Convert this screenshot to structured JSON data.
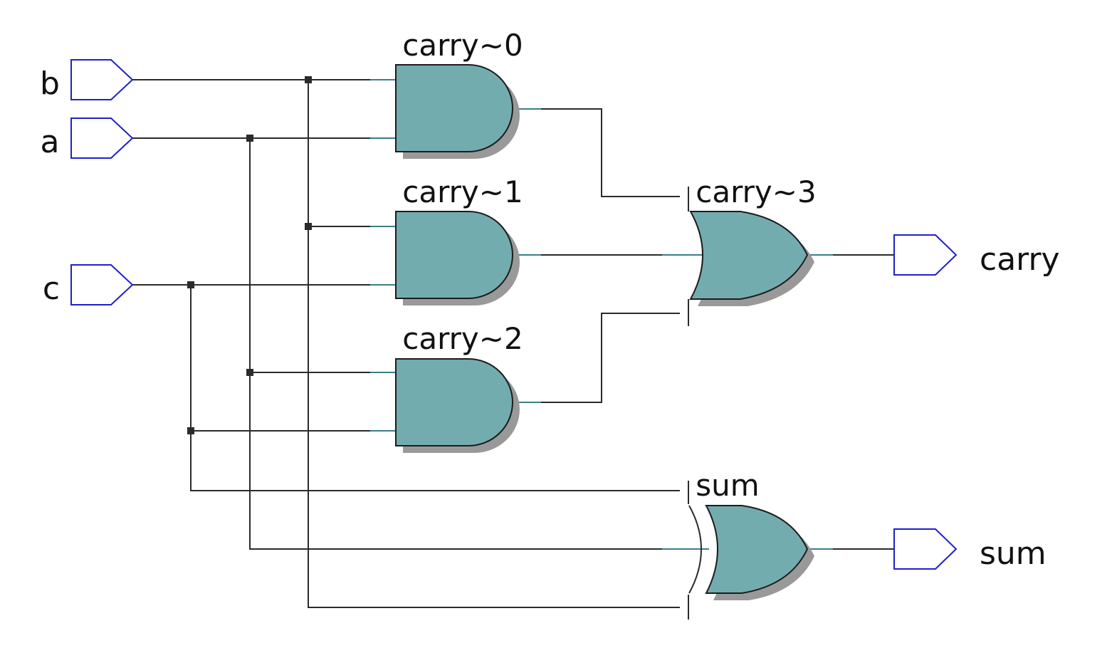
{
  "diagram": {
    "inputs": [
      {
        "id": "b",
        "label": "b"
      },
      {
        "id": "a",
        "label": "a"
      },
      {
        "id": "c",
        "label": "c"
      }
    ],
    "outputs": [
      {
        "id": "carry",
        "label": "carry"
      },
      {
        "id": "sum",
        "label": "sum"
      }
    ],
    "gates": [
      {
        "id": "carry0",
        "label": "carry~0",
        "type": "AND",
        "inputs": [
          "b",
          "a"
        ]
      },
      {
        "id": "carry1",
        "label": "carry~1",
        "type": "AND",
        "inputs": [
          "b",
          "c"
        ]
      },
      {
        "id": "carry2",
        "label": "carry~2",
        "type": "AND",
        "inputs": [
          "a",
          "c"
        ]
      },
      {
        "id": "carry3",
        "label": "carry~3",
        "type": "OR",
        "inputs": [
          "carry~0",
          "carry~1",
          "carry~2"
        ],
        "output": "carry"
      },
      {
        "id": "sum",
        "label": "sum",
        "type": "XOR",
        "inputs": [
          "c",
          "a",
          "b"
        ],
        "output": "sum"
      }
    ],
    "colors": {
      "gate_fill": "#73acaf",
      "port_outline": "#2020cc",
      "wire": "#2b2b2b",
      "shadow": "#999999"
    }
  }
}
